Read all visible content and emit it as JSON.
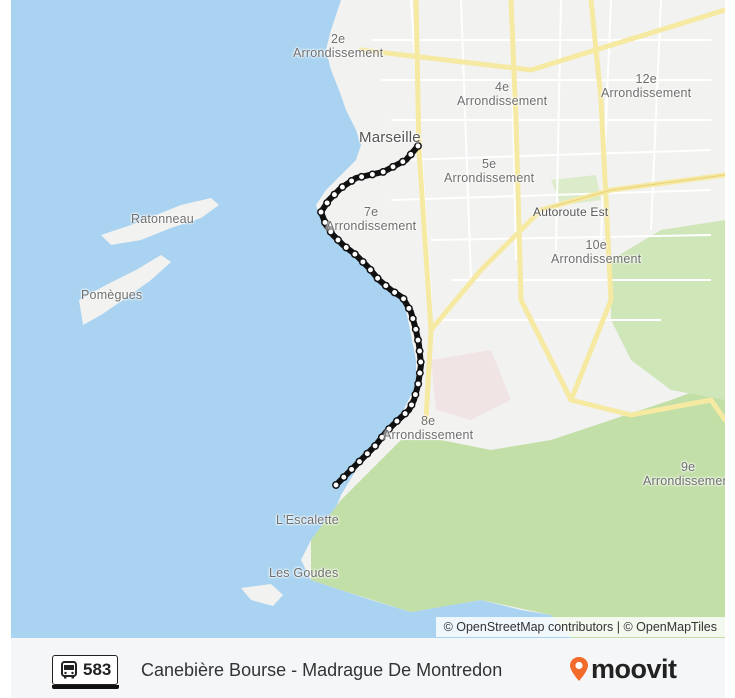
{
  "map": {
    "labels": {
      "arr_2": [
        "2e",
        "Arrondissement"
      ],
      "arr_4": [
        "4e",
        "Arrondissement"
      ],
      "arr_12": [
        "12e",
        "Arrondissement"
      ],
      "marseille": "Marseille",
      "arr_5": [
        "5e",
        "Arrondissement"
      ],
      "arr_7": [
        "7e",
        "Arrondissement"
      ],
      "ratonneau": "Ratonneau",
      "autoroute": "Autoroute Est",
      "arr_10": [
        "10e",
        "Arrondissement"
      ],
      "pomegues": "Pomègues",
      "arr_8": [
        "8e",
        "Arrondissement"
      ],
      "arr_9": [
        "9e",
        "Arrondissement"
      ],
      "escalette": "L'Escalette",
      "goudes": "Les Goudes"
    },
    "attribution": "© OpenStreetMap contributors | © OpenMapTiles",
    "colors": {
      "sea": "#a9d3f0",
      "land": "#f2f2f0",
      "park": "#c3dfa8",
      "road_major": "#f6e9a2",
      "route_line": "#111111",
      "stop_fill": "#ffffff"
    }
  },
  "footer": {
    "route_icon": "bus-icon",
    "route_number": "583",
    "route_name": "Canebière Bourse - Madrague De Montredon",
    "brand": "moovit",
    "brand_icon": "pin-icon",
    "brand_color": "#f26b2a"
  }
}
